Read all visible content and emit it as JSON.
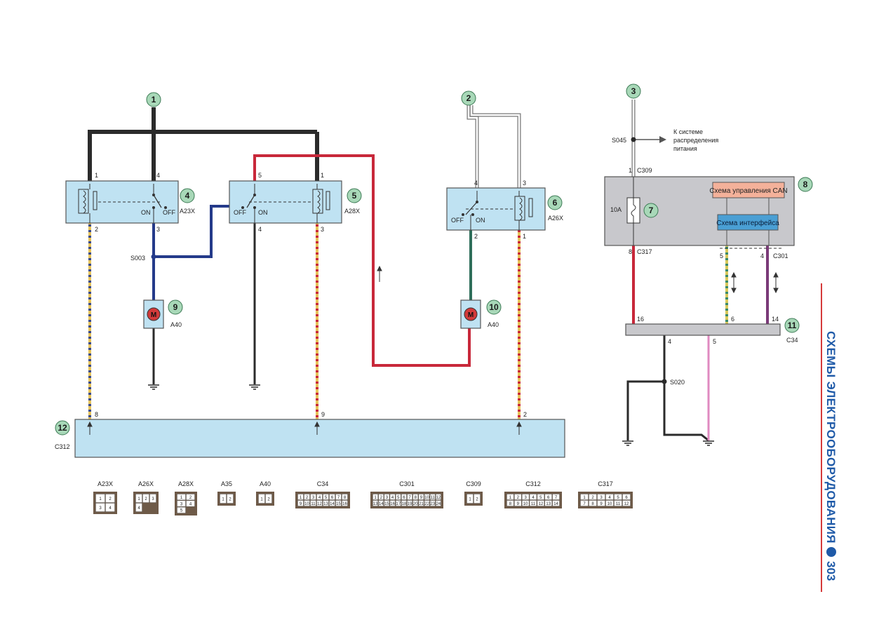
{
  "side_title": "СХЕМЫ ЭЛЕКТРООБОРУДОВАНИЯ",
  "page_number": "303",
  "callouts": [
    "1",
    "2",
    "3",
    "4",
    "5",
    "6",
    "7",
    "8",
    "9",
    "10",
    "11",
    "12"
  ],
  "components": {
    "relay_4": {
      "name": "A23X",
      "pins": [
        "1",
        "4",
        "2",
        "3"
      ],
      "sw": [
        "ON",
        "OFF"
      ]
    },
    "relay_5": {
      "name": "A28X",
      "pins": [
        "5",
        "1",
        "4",
        "3"
      ],
      "sw": [
        "OFF",
        "ON"
      ]
    },
    "relay_6": {
      "name": "A26X",
      "pins": [
        "4",
        "3",
        "2",
        "1"
      ],
      "sw": [
        "OFF",
        "ON"
      ]
    },
    "motor_9": {
      "name": "A40",
      "symbol": "M"
    },
    "motor_10": {
      "name": "A40",
      "symbol": "M"
    },
    "module_8": {
      "can_block": "Схема управления CAN",
      "interface_block": "Схема интерфейса"
    },
    "fuse_7": {
      "rating": "10A"
    },
    "connector_11": {
      "name": "C34",
      "pins": [
        "16",
        "6",
        "14",
        "4",
        "5"
      ]
    },
    "connector_12": {
      "name": "C312",
      "pins": [
        "8",
        "9",
        "2"
      ]
    }
  },
  "labels": {
    "s003": "S003",
    "s045": "S045",
    "s020": "S020",
    "c309": "C309",
    "c309_pin": "1",
    "c317": "C317",
    "c317_pin": "8",
    "c301": "C301",
    "c301_pin5": "5",
    "c301_pin4": "4",
    "to_power_system": [
      "К системе",
      "распределения",
      "питания"
    ]
  },
  "connectors": [
    {
      "name": "A23X",
      "pins": [
        "1",
        "2",
        "3",
        "4"
      ]
    },
    {
      "name": "A26X",
      "pins": [
        "1",
        "2",
        "3",
        "4"
      ]
    },
    {
      "name": "A28X",
      "pins": [
        "1",
        "2",
        "3",
        "4",
        "5"
      ]
    },
    {
      "name": "A35",
      "pins": [
        "1",
        "2"
      ]
    },
    {
      "name": "A40",
      "pins": [
        "1",
        "2"
      ]
    },
    {
      "name": "C34",
      "pins": [
        "1",
        "2",
        "3",
        "4",
        "5",
        "6",
        "7",
        "8",
        "9",
        "10",
        "11",
        "12",
        "13",
        "14",
        "15",
        "16"
      ]
    },
    {
      "name": "C301",
      "pins": [
        "1",
        "2",
        "3",
        "4",
        "5",
        "6",
        "7",
        "8",
        "9",
        "10",
        "11",
        "12",
        "13",
        "14",
        "15",
        "16",
        "17",
        "18",
        "19",
        "20",
        "21",
        "22",
        "23",
        "24"
      ]
    },
    {
      "name": "C309",
      "pins": [
        "1",
        "2"
      ]
    },
    {
      "name": "C312",
      "pins": [
        "1",
        "2",
        "3",
        "4",
        "5",
        "6",
        "7",
        "8",
        "9",
        "10",
        "11",
        "12",
        "13",
        "14"
      ]
    },
    {
      "name": "C317",
      "pins": [
        "1",
        "2",
        "3",
        "4",
        "5",
        "6",
        "7",
        "8",
        "9",
        "10",
        "11",
        "12"
      ]
    }
  ],
  "colors": {
    "wire_black": "#2b2b2b",
    "wire_red": "#c8283a",
    "wire_navy": "#243a8a",
    "wire_green": "#2e6e5a",
    "wire_white": "#ffffff",
    "wire_pink": "#e08ac0",
    "wire_purple": "#7a3a78",
    "relay_fill": "#bfe2f2",
    "module_fill": "#c8c8cc",
    "can_fill": "#f4b19a",
    "interface_fill": "#4a9fd4",
    "callout_fill": "#a8d8b8",
    "title_blue": "#1f5aa8"
  }
}
